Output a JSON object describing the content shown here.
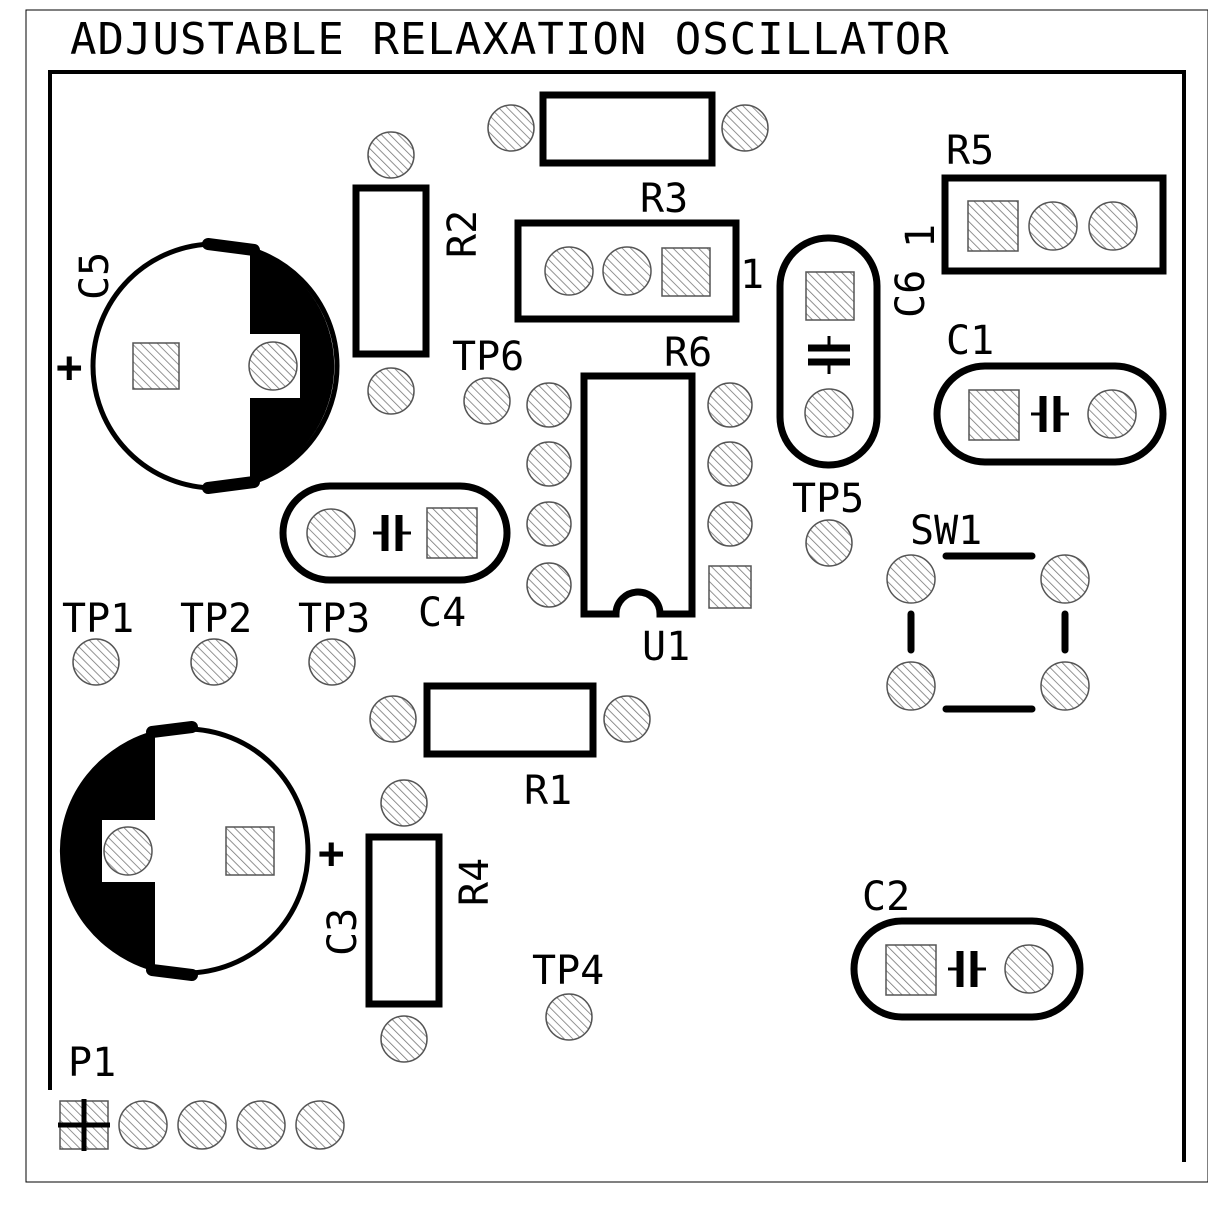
{
  "title": "ADJUSTABLE RELAXATION OSCILLATOR",
  "colors": {
    "silkscreen": "#000000",
    "pad_hatch": "#555555",
    "background": "#ffffff"
  },
  "labels": {
    "c5": "C5",
    "c5_plus": "+",
    "r2": "R2",
    "r3": "R3",
    "r6": "R6",
    "r6_pin1": "1",
    "c6": "C6",
    "r5": "R5",
    "r5_pin1": "1",
    "c1": "C1",
    "tp6": "TP6",
    "tp5": "TP5",
    "sw1": "SW1",
    "c4": "C4",
    "u1": "U1",
    "tp1": "TP1",
    "tp2": "TP2",
    "tp3": "TP3",
    "r1": "R1",
    "c3": "C3",
    "c3_plus": "+",
    "r4": "R4",
    "tp4": "TP4",
    "c2": "C2",
    "p1": "P1"
  }
}
